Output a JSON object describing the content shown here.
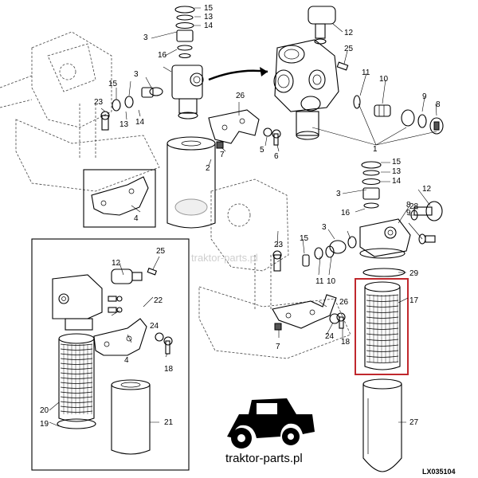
{
  "figure_ref": "LX035104",
  "watermark": "traktor-parts.pl",
  "brand_text": "traktor-parts.pl",
  "highlight_color": "#c0282d",
  "labels": {
    "top_left": [
      "15",
      "13",
      "14",
      "3",
      "16",
      "15",
      "3",
      "23",
      "13",
      "14",
      "26",
      "7",
      "5",
      "6",
      "2"
    ],
    "top_right": [
      "12",
      "25",
      "11",
      "10",
      "9",
      "8",
      "1"
    ],
    "inset_bracket": [
      "4"
    ],
    "bottom_right": [
      "15",
      "13",
      "14",
      "3",
      "12",
      "16",
      "8",
      "9",
      "28",
      "23",
      "15",
      "3",
      "11",
      "10",
      "29",
      "17",
      "26",
      "7",
      "24",
      "18",
      "27"
    ],
    "box_left": [
      "12",
      "25",
      "22",
      "24",
      "4",
      "18",
      "20",
      "19",
      "21"
    ]
  }
}
